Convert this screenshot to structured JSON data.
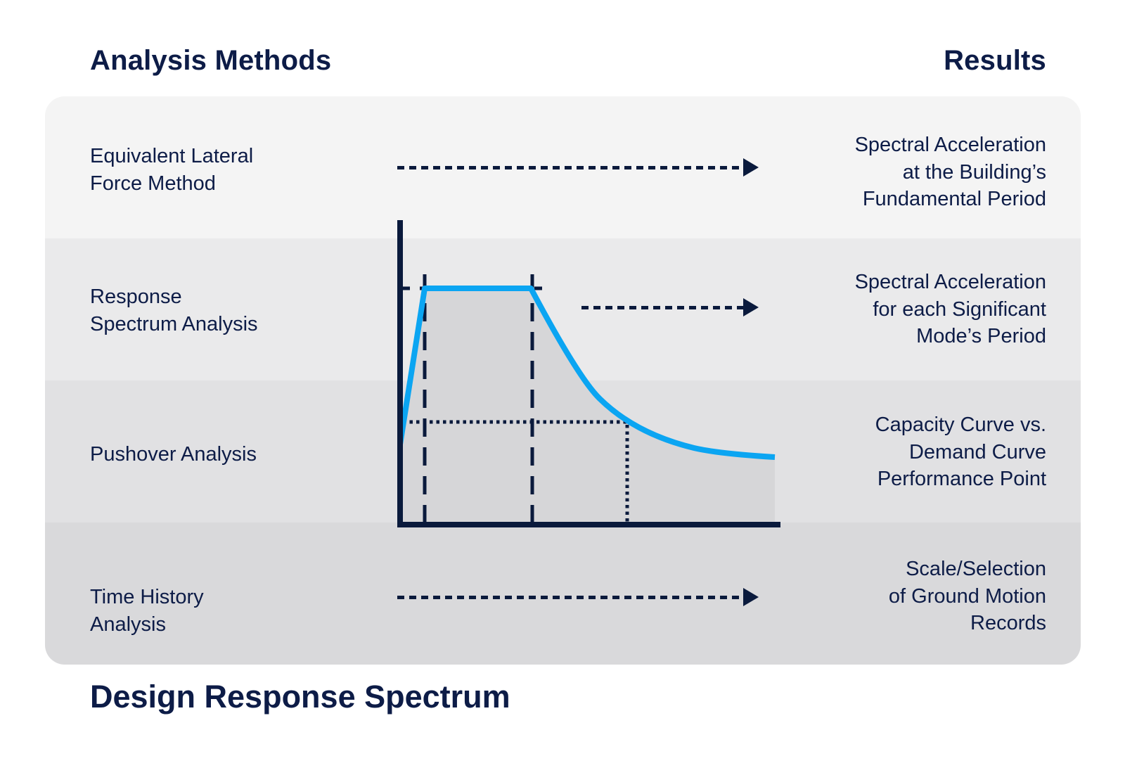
{
  "header": {
    "left_title": "Analysis Methods",
    "right_title": "Results"
  },
  "footer": {
    "caption": "Design Response Spectrum"
  },
  "colors": {
    "background": "#FFFFFF",
    "navy": "#0D1C47",
    "ink": "#0A1A3C",
    "blue": "#0BA5F2",
    "band1": "#F4F4F4",
    "band2": "#EAEAEB",
    "band3": "#E1E1E3",
    "band4": "#D9D9DB",
    "chart_fill": "#D6D6D8"
  },
  "rows": [
    {
      "method": "Equivalent Lateral\nForce Method",
      "result": "Spectral Acceleration\nat the Building’s\nFundamental Period",
      "arrow": "long-dashed-arrow"
    },
    {
      "method": "Response\nSpectrum Analysis",
      "result": "Spectral Acceleration\nfor each Significant\nMode’s Period",
      "arrow": "short-dashed-arrow"
    },
    {
      "method": "Pushover Analysis",
      "result": "Capacity Curve vs.\nDemand Curve\nPerformance Point",
      "arrow": "none"
    },
    {
      "method": "Time History\nAnalysis",
      "result": "Scale/Selection\nof Ground Motion\nRecords",
      "arrow": "long-dashed-arrow"
    }
  ],
  "chart": {
    "type": "area",
    "title": "Design Response Spectrum",
    "description": "Unlabeled spectral acceleration vs. period curve: linear ramp from the vertical axis to a flat plateau between two corner periods (marked with dashed vertical lines), then hyperbolic decay; dotted horizontal and vertical reference lines mark a point on the decay branch; gray shaded area under the curve; no numeric tick labels shown",
    "x_axis_label": "",
    "y_axis_label": ""
  }
}
